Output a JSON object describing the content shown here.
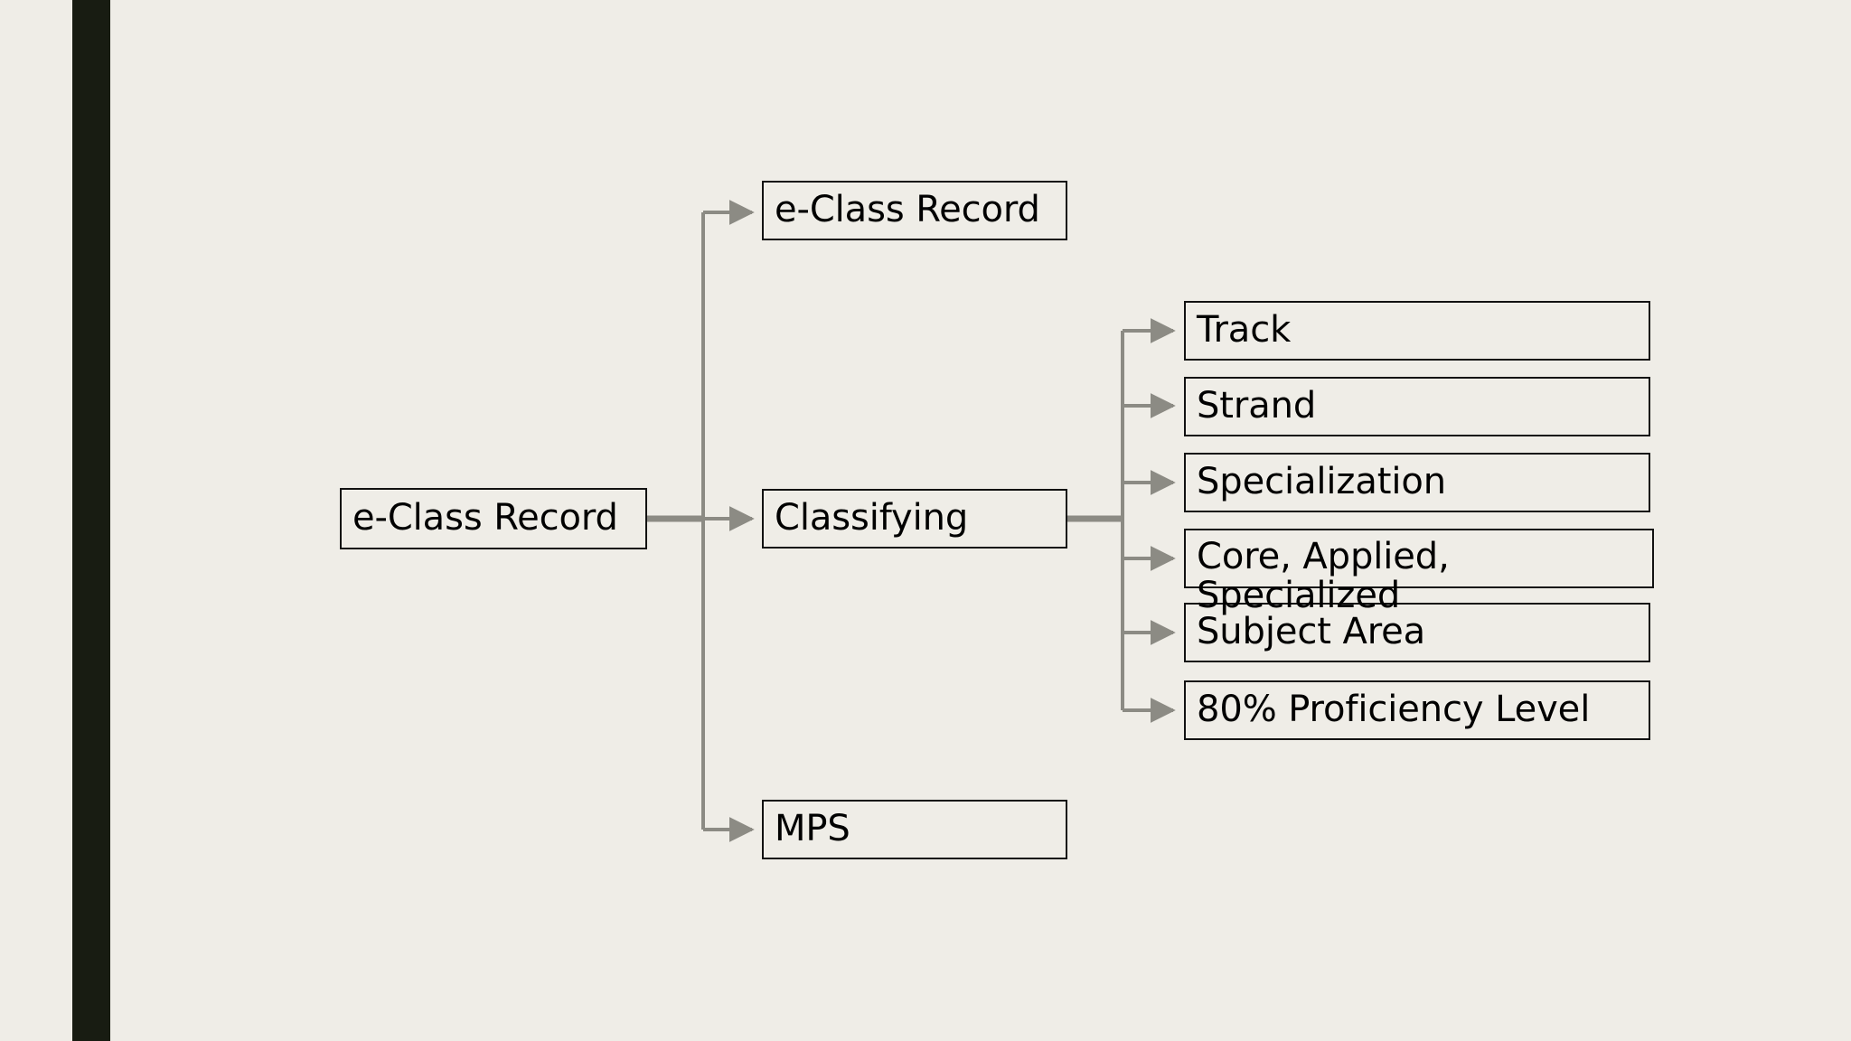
{
  "page": {
    "background_color": "#efede7",
    "side_strip_color": "#181c12",
    "line_color": "#8c8b84",
    "box_border_color": "#121212",
    "text_color": "#000000"
  },
  "diagram": {
    "type": "tree",
    "orientation": "left-to-right",
    "root": {
      "id": "root",
      "label": "e-Class Record"
    },
    "level1": [
      {
        "id": "n-eclass-record",
        "label": "e-Class Record"
      },
      {
        "id": "n-classifying",
        "label": "Classifying"
      },
      {
        "id": "n-mps",
        "label": "MPS"
      }
    ],
    "level2": [
      {
        "id": "n-track",
        "label": "Track"
      },
      {
        "id": "n-strand",
        "label": "Strand"
      },
      {
        "id": "n-specialization",
        "label": "Specialization"
      },
      {
        "id": "n-core-applied-specialized",
        "label": "Core, Applied, Specialized"
      },
      {
        "id": "n-subject-area",
        "label": "Subject Area"
      },
      {
        "id": "n-proficiency",
        "label": "80% Proficiency Level"
      }
    ],
    "edges": [
      {
        "from": "root",
        "to": "n-eclass-record"
      },
      {
        "from": "root",
        "to": "n-classifying"
      },
      {
        "from": "root",
        "to": "n-mps"
      },
      {
        "from": "n-classifying",
        "to": "n-track"
      },
      {
        "from": "n-classifying",
        "to": "n-strand"
      },
      {
        "from": "n-classifying",
        "to": "n-specialization"
      },
      {
        "from": "n-classifying",
        "to": "n-core-applied-specialized"
      },
      {
        "from": "n-classifying",
        "to": "n-subject-area"
      },
      {
        "from": "n-classifying",
        "to": "n-proficiency"
      }
    ]
  }
}
